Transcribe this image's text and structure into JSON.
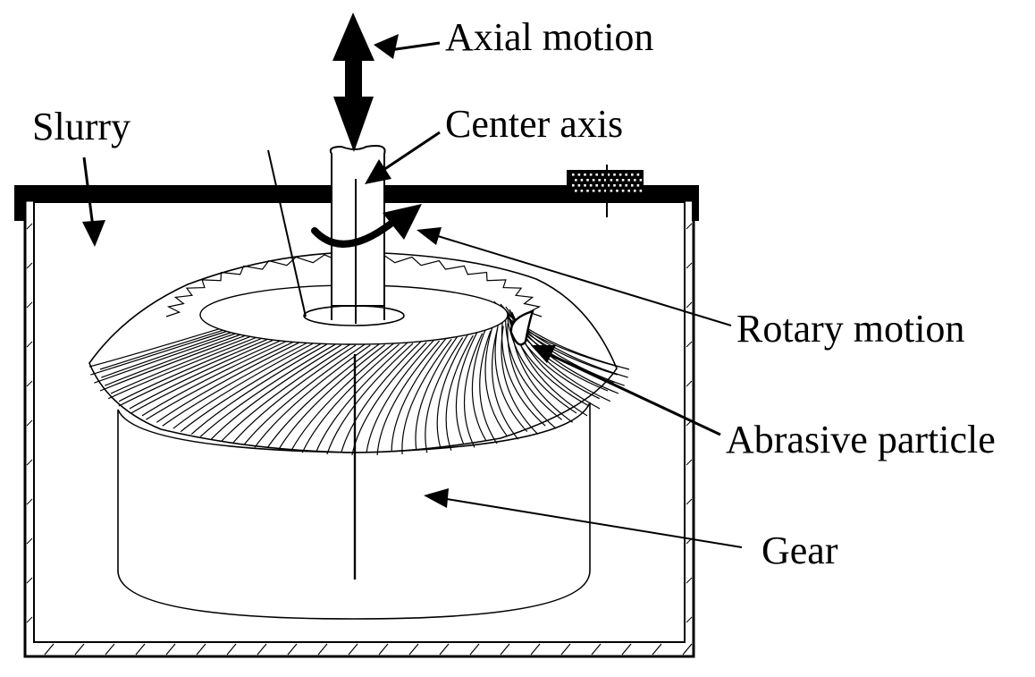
{
  "diagram": {
    "labels": {
      "axial_motion": "Axial motion",
      "center_axis": "Center axis",
      "slurry": "Slurry",
      "rotary_motion": "Rotary motion",
      "abrasive_particle": "Abrasive particle",
      "gear": "Gear"
    },
    "colors": {
      "ink": "#000000",
      "background": "#ffffff"
    }
  }
}
